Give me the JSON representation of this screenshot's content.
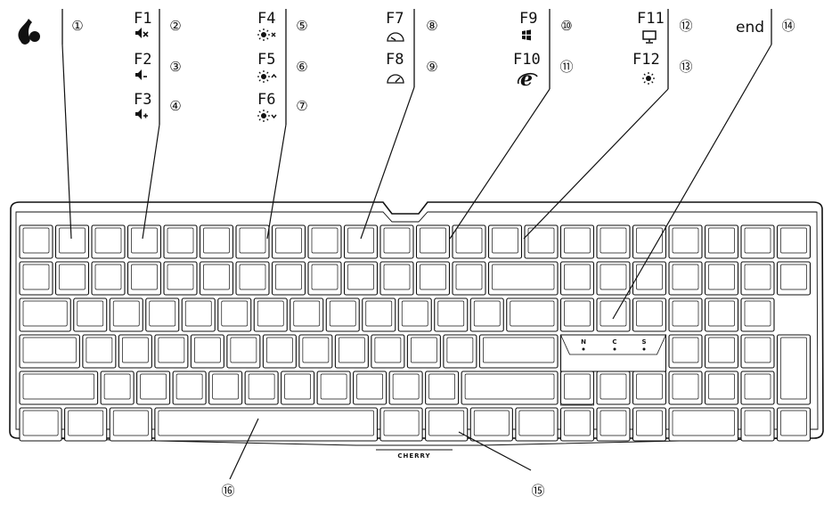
{
  "callouts": [
    {
      "n": "1",
      "glyph": "①"
    },
    {
      "n": "2",
      "glyph": "②"
    },
    {
      "n": "3",
      "glyph": "③"
    },
    {
      "n": "4",
      "glyph": "④"
    },
    {
      "n": "5",
      "glyph": "⑤"
    },
    {
      "n": "6",
      "glyph": "⑥"
    },
    {
      "n": "7",
      "glyph": "⑦"
    },
    {
      "n": "8",
      "glyph": "⑧"
    },
    {
      "n": "9",
      "glyph": "⑨"
    },
    {
      "n": "10",
      "glyph": "⑩"
    },
    {
      "n": "11",
      "glyph": "⑪"
    },
    {
      "n": "12",
      "glyph": "⑫"
    },
    {
      "n": "13",
      "glyph": "⑬"
    },
    {
      "n": "14",
      "glyph": "⑭"
    },
    {
      "n": "15",
      "glyph": "⑮"
    },
    {
      "n": "16",
      "glyph": "⑯"
    }
  ],
  "key_labels": {
    "f1": "F1",
    "f2": "F2",
    "f3": "F3",
    "f4": "F4",
    "f5": "F5",
    "f6": "F6",
    "f7": "F7",
    "f8": "F8",
    "f9": "F9",
    "f10": "F10",
    "f11": "F11",
    "f12": "F12",
    "end": "end"
  },
  "icons": {
    "f1": "mute-icon",
    "f2": "volume-down-icon",
    "f3": "volume-up-icon",
    "f4": "brightness-off-icon",
    "f5": "brightness-up-icon",
    "f6": "brightness-down-icon",
    "f7": "speed-slow-icon",
    "f8": "speed-fast-icon",
    "f9": "windows-icon",
    "f10": "browser-icon",
    "f11": "monitor-icon",
    "f12": "brightness-icon",
    "logo": "cherry-logo-icon"
  },
  "led_labels": {
    "n": "N",
    "c": "C",
    "s": "S"
  },
  "brand": "CHERRY"
}
